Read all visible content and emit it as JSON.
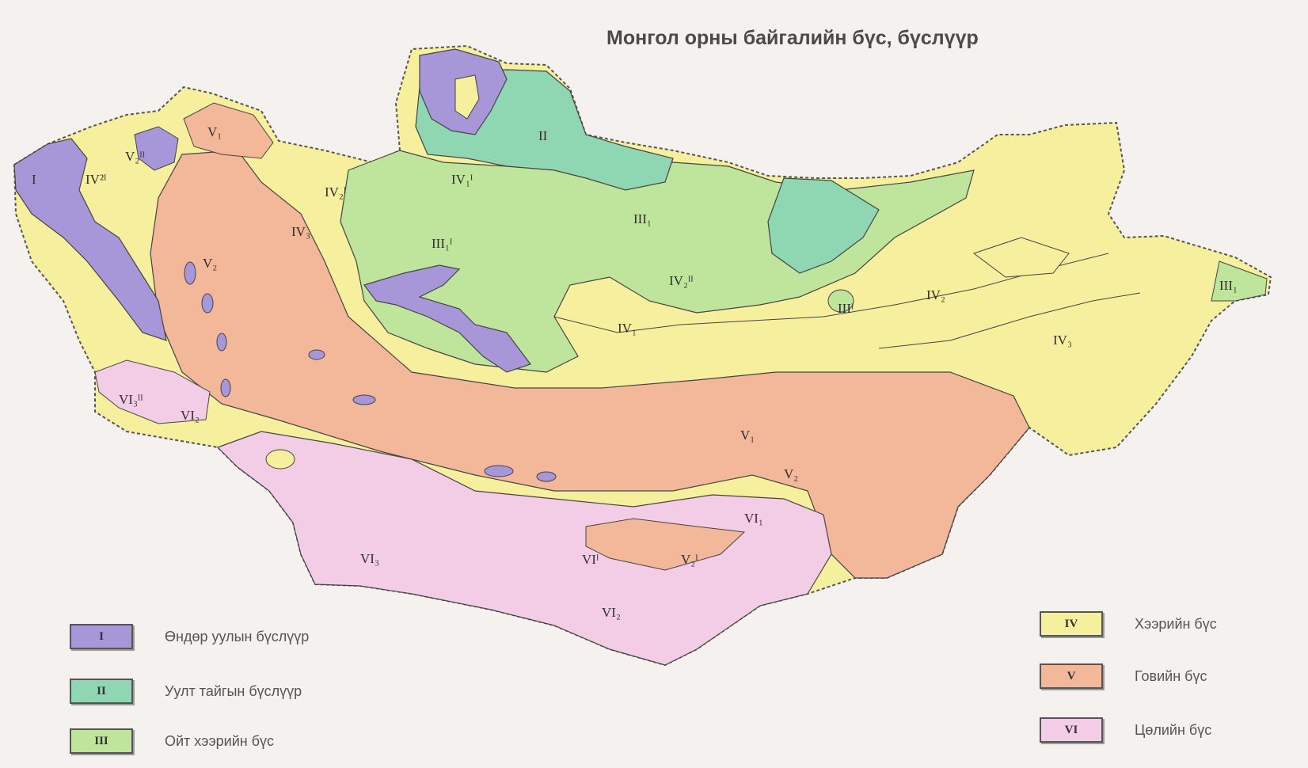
{
  "title": "Монгол орны байгалийн бүс, бүслүүр",
  "colors": {
    "I": "#a897d8",
    "II": "#8fd6b2",
    "III": "#bfe59c",
    "IV": "#f6ef9e",
    "V": "#f3b79a",
    "VI": "#f3cde6",
    "background": "#f4f1ef",
    "border": "#555555"
  },
  "legend": {
    "I": {
      "code": "I",
      "text": "Өндөр уулын бүслүүр"
    },
    "II": {
      "code": "II",
      "text": "Уулт тайгын бүслүүр"
    },
    "III": {
      "code": "III",
      "text": "Ойт хээрийн бүс"
    },
    "IV": {
      "code": "IV",
      "text": "Хээрийн бүс"
    },
    "V": {
      "code": "V",
      "text": "Говийн бүс"
    },
    "VI": {
      "code": "VI",
      "text": "Цөлийн бүс"
    }
  },
  "zone_labels": [
    "I",
    "IV²ᴵ",
    "V₂ᴵᴵ",
    "V₁",
    "IV₂ᴵ",
    "IV₃",
    "V₂",
    "VI₃ᴵᴵ",
    "VI₂",
    "IV₁ᴵ",
    "II",
    "IV₂ᴵᴵ",
    "III₁ᴵ",
    "III₁",
    "IV₁",
    "IV₂",
    "IV₃",
    "III₁",
    "V₁",
    "V₂",
    "VI₁",
    "VI₃",
    "VI₂",
    "V₂ᴵ",
    "VIᴵ",
    "IIIᴵ"
  ]
}
